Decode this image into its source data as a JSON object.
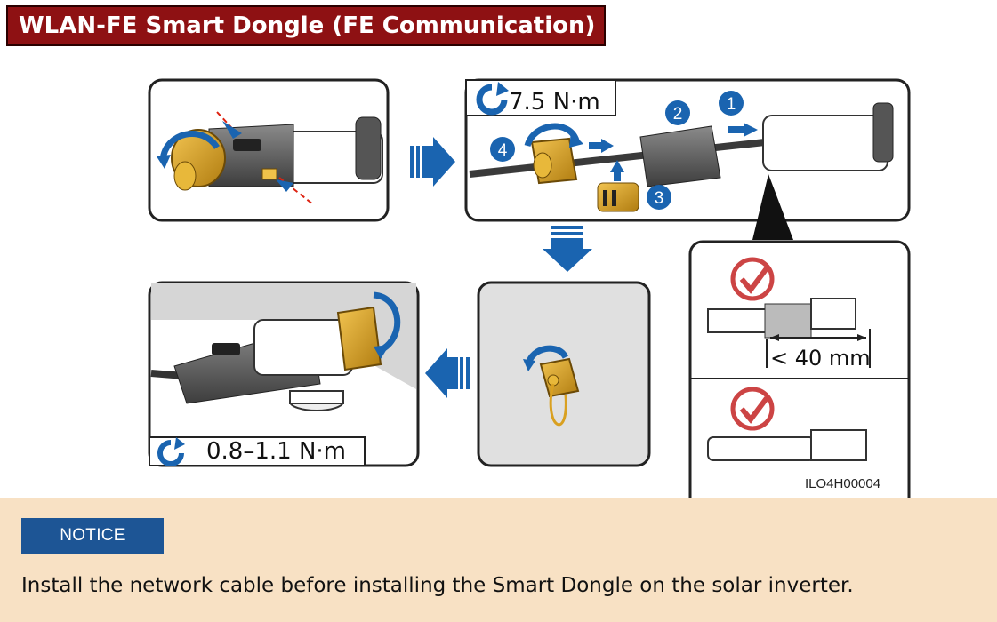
{
  "title": "WLAN-FE Smart Dongle (FE Communication)",
  "figure": {
    "torque_top": "7.5 N·m",
    "torque_bottom": "0.8–1.1 N·m",
    "length_note": "< 40 mm",
    "steps": [
      "1",
      "2",
      "3",
      "4"
    ],
    "figure_id": "ILO4H00004"
  },
  "notice": {
    "label": "NOTICE",
    "text": "Install the network cable before installing the Smart Dongle on the solar inverter."
  },
  "colors": {
    "title_bg": "#8e1113",
    "notice_badge": "#1d5595",
    "notice_bg": "#f8e1c4",
    "arrow_blue": "#1a64b0",
    "brass": "#d9a020"
  }
}
